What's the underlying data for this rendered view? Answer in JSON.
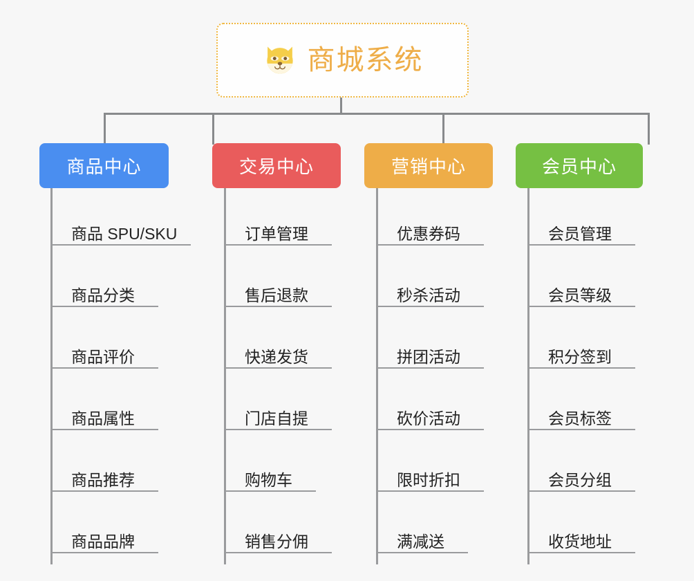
{
  "diagram": {
    "type": "mindmap",
    "background_color": "#f7f7f7",
    "connector_color": "#888a8c",
    "root": {
      "title": "商城系统",
      "icon": "dog-face-emoji",
      "text_color": "#eead48",
      "border_color": "#f0b73f",
      "background_color": "#fefefe"
    },
    "branches": [
      {
        "label": "商品中心",
        "color": "#4a8ef0",
        "items": [
          "商品 SPU/SKU",
          "商品分类",
          "商品评价",
          "商品属性",
          "商品推荐",
          "商品品牌"
        ]
      },
      {
        "label": "交易中心",
        "color": "#e95c5c",
        "items": [
          "订单管理",
          "售后退款",
          "快递发货",
          "门店自提",
          "购物车",
          "销售分佣"
        ]
      },
      {
        "label": "营销中心",
        "color": "#eead48",
        "items": [
          "优惠券码",
          "秒杀活动",
          "拼团活动",
          "砍价活动",
          "限时折扣",
          "满减送"
        ]
      },
      {
        "label": "会员中心",
        "color": "#76c043",
        "items": [
          "会员管理",
          "会员等级",
          "积分签到",
          "会员标签",
          "会员分组",
          "收货地址"
        ]
      }
    ]
  }
}
